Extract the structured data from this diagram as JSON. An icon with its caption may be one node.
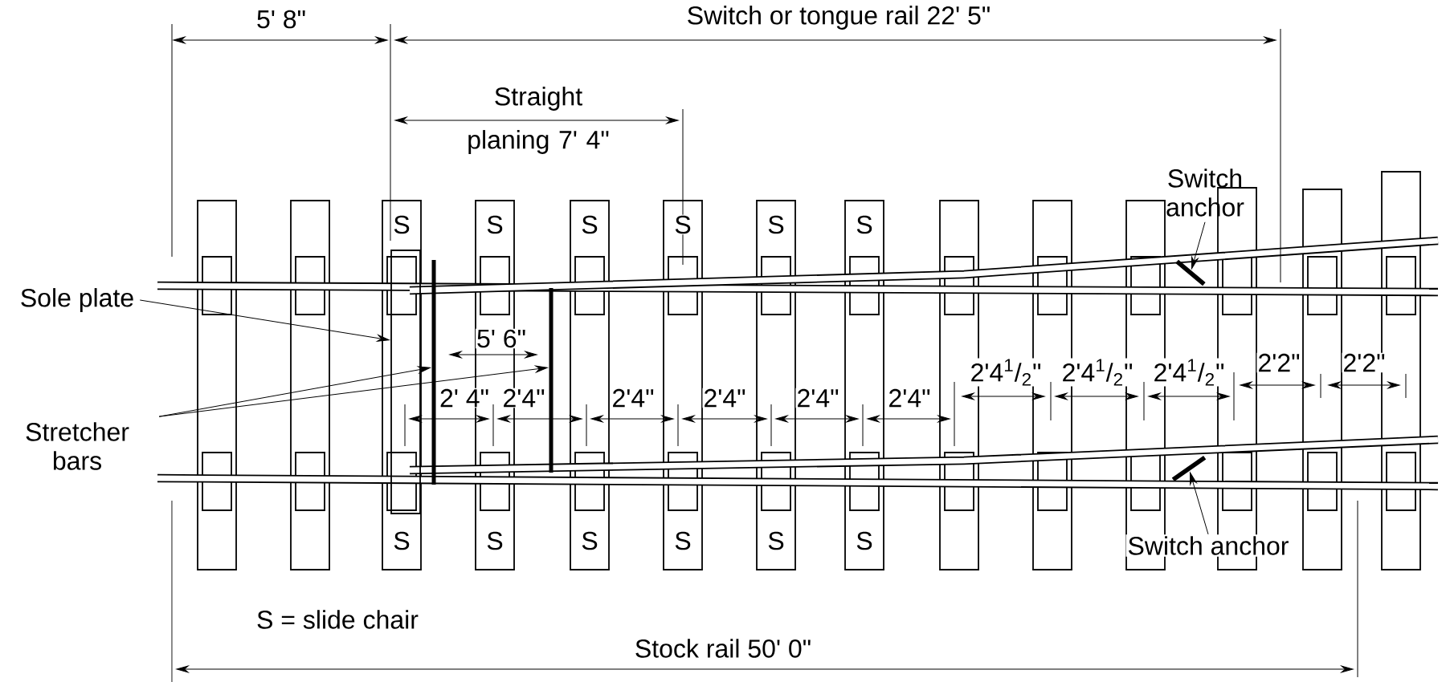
{
  "diagram": {
    "nodes": [
      {
        "text": [
          "Sole plate"
        ]
      },
      {
        "text": [],
        "shape": "box"
      },
      {
        "text": [
          "Stretcher bars"
        ]
      },
      {
        "text": [],
        "shape": "bar"
      },
      {
        "text": [],
        "shape": "bar"
      },
      {
        "text": [
          "Switch anchor"
        ]
      },
      {
        "text": [],
        "shape": "bar"
      },
      {
        "text": [
          "Switch anchor"
        ]
      },
      {
        "text": [],
        "shape": "bar"
      }
    ],
    "edges": [
      {
        "from": 0,
        "to": 1,
        "arrow": "to"
      },
      {
        "from": 2,
        "to": 3,
        "arrow": "to"
      },
      {
        "from": 2,
        "to": 4,
        "arrow": "to"
      },
      {
        "from": 5,
        "to": 6,
        "arrow": "to"
      },
      {
        "from": 7,
        "to": 8,
        "arrow": "to"
      }
    ],
    "labels": [
      "5' 8\"",
      "Switch or tongue rail 22' 5\"",
      "Straight planing 7' 4\"",
      "S",
      "S",
      "S",
      "S",
      "S",
      "S",
      "5' 6\"",
      "2'4$^{1}$/$_{2}$\"",
      "2'4$^{1}$/$_{2}$\"",
      "2'4$^{1}$/$_{2}$\"",
      "2'2\"",
      "2'2\"",
      "2' 4\"",
      "2'4\"",
      "2'4\"",
      "2'4\"",
      "2'4\"",
      "2'4\"",
      "S",
      "S",
      "S",
      "S",
      "S",
      "S",
      "S = slide chair",
      "Stock rail 50' 0\""
    ]
  }
}
